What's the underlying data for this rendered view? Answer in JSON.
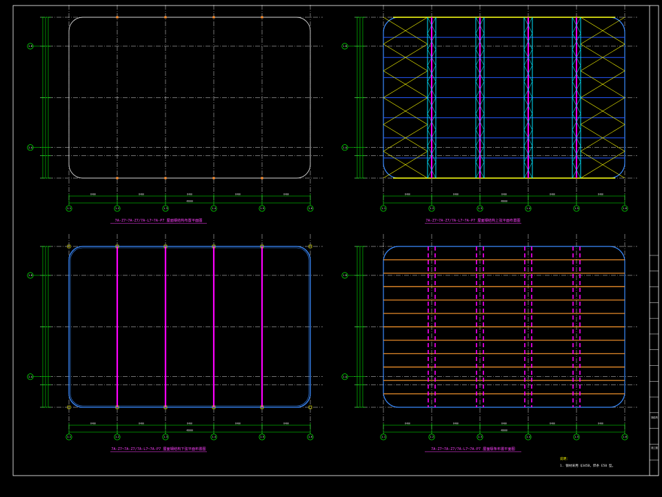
{
  "notes": {
    "heading": "说明：",
    "line1": "1. 钢材采用 Q345B，焊条 E50 型。"
  },
  "title_block": {
    "rows": 14,
    "label_a": "钢结构",
    "label_b": "施工图"
  },
  "views": [
    {
      "key": "outline",
      "title": "7A-Z7~7A-Z7/7A-L7~7A-P7 屋面钢结构布置平面图",
      "total_label": "48000",
      "span_labels": [
        "8400",
        "8400",
        "8400",
        "8400",
        "8400"
      ],
      "x_axes": [
        "1-1",
        "1-2",
        "1-3",
        "1-4",
        "1-5",
        "1-6"
      ],
      "y_axes": [
        "1-A",
        "1-B"
      ]
    },
    {
      "key": "truss",
      "title": "7A-Z7~7A-Z7/7A-L7~7A-P7 屋面钢结构上弦平面布置图",
      "total_label": "48000",
      "span_labels": [
        "8400",
        "8400",
        "8400",
        "8400",
        "8400"
      ],
      "x_axes": [
        "1-1",
        "1-2",
        "1-3",
        "1-4",
        "1-5",
        "1-6"
      ],
      "y_axes": [
        "1-A",
        "1-B"
      ]
    },
    {
      "key": "purlin",
      "title": "7A-Z7~7A-Z7/7A-L7~7A-P7 屋面钢结构下弦平面布置图",
      "total_label": "48000",
      "span_labels": [
        "8400",
        "8400",
        "8400",
        "8400",
        "8400"
      ],
      "x_axes": [
        "1-1",
        "1-2",
        "1-3",
        "1-4",
        "1-5",
        "1-6"
      ],
      "y_axes": [
        "1-A",
        "1-B"
      ]
    },
    {
      "key": "bracing",
      "title": "7A-Z7~7A-Z7/7A-L7~7A-P7 屋面檩条布置平面图",
      "total_label": "48000",
      "span_labels": [
        "8400",
        "8400",
        "8400",
        "8400",
        "8400"
      ],
      "x_axes": [
        "1-1",
        "1-2",
        "1-3",
        "1-4",
        "1-5",
        "1-6"
      ],
      "y_axes": [
        "1-A",
        "1-B"
      ]
    }
  ],
  "colors": {
    "background": "#000000",
    "frame": "#ffffff",
    "grid": "#ffffff",
    "dimension": "#00ff00",
    "outline_blue": "#3a8bff",
    "truss_cyan": "#00e5ff",
    "truss_magenta": "#ff00ff",
    "chord_yellow": "#ffff00",
    "purlin_orange": "#ff9a2e",
    "title": "#ff40ff"
  }
}
